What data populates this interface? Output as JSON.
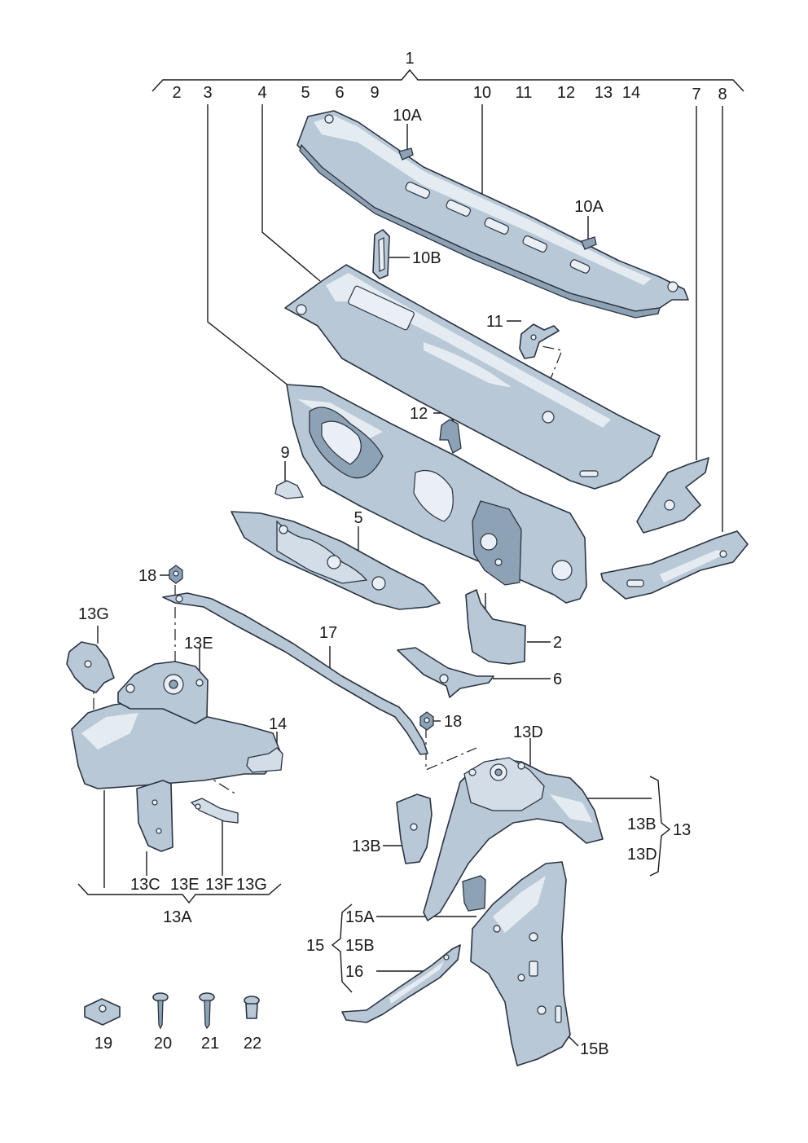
{
  "diagram": {
    "callouts": {
      "c1": "1",
      "c2a": "2",
      "c3": "3",
      "c4": "4",
      "c5a": "5",
      "c6a": "6",
      "c9a": "9",
      "c10": "10",
      "c11a": "11",
      "c12a": "12",
      "c13a": "13",
      "c14a": "14",
      "c7": "7",
      "c8": "8",
      "c10A1": "10A",
      "c10A2": "10A",
      "c10B": "10B",
      "c11b": "11",
      "c12b": "12",
      "c9b": "9",
      "c5b": "5",
      "c18a": "18",
      "c17": "17",
      "c2b": "2",
      "c6b": "6",
      "c13G1": "13G",
      "c13E1": "13E",
      "c14b": "14",
      "c18b": "18",
      "c13D1": "13D",
      "c13Bg": "13B",
      "c13Dg": "13D",
      "c13main": "13",
      "c13Bpart": "13B",
      "c13C": "13C",
      "c13E2": "13E",
      "c13F": "13F",
      "c13G2": "13G",
      "c13A": "13A",
      "c15A": "15A",
      "c15": "15",
      "c15B1": "15B",
      "c16": "16",
      "c15B2": "15B",
      "c19": "19",
      "c20": "20",
      "c21": "21",
      "c22": "22"
    }
  }
}
